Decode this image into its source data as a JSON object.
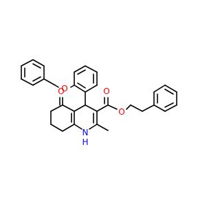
{
  "molecule": {
    "atoms": [
      {
        "id": "O_ether",
        "label": "O",
        "color": "#ff0000"
      },
      {
        "id": "O_ketone",
        "label": "O",
        "color": "#ff0000"
      },
      {
        "id": "O_ester_carbonyl",
        "label": "O",
        "color": "#ff0000"
      },
      {
        "id": "O_ester",
        "label": "O",
        "color": "#ff0000"
      },
      {
        "id": "N_amine",
        "label": "N",
        "color": "#0000ff"
      },
      {
        "id": "H_amine",
        "label": "H",
        "color": "#0000ff"
      }
    ],
    "bond_color": "#000000",
    "background": "#ffffff"
  }
}
